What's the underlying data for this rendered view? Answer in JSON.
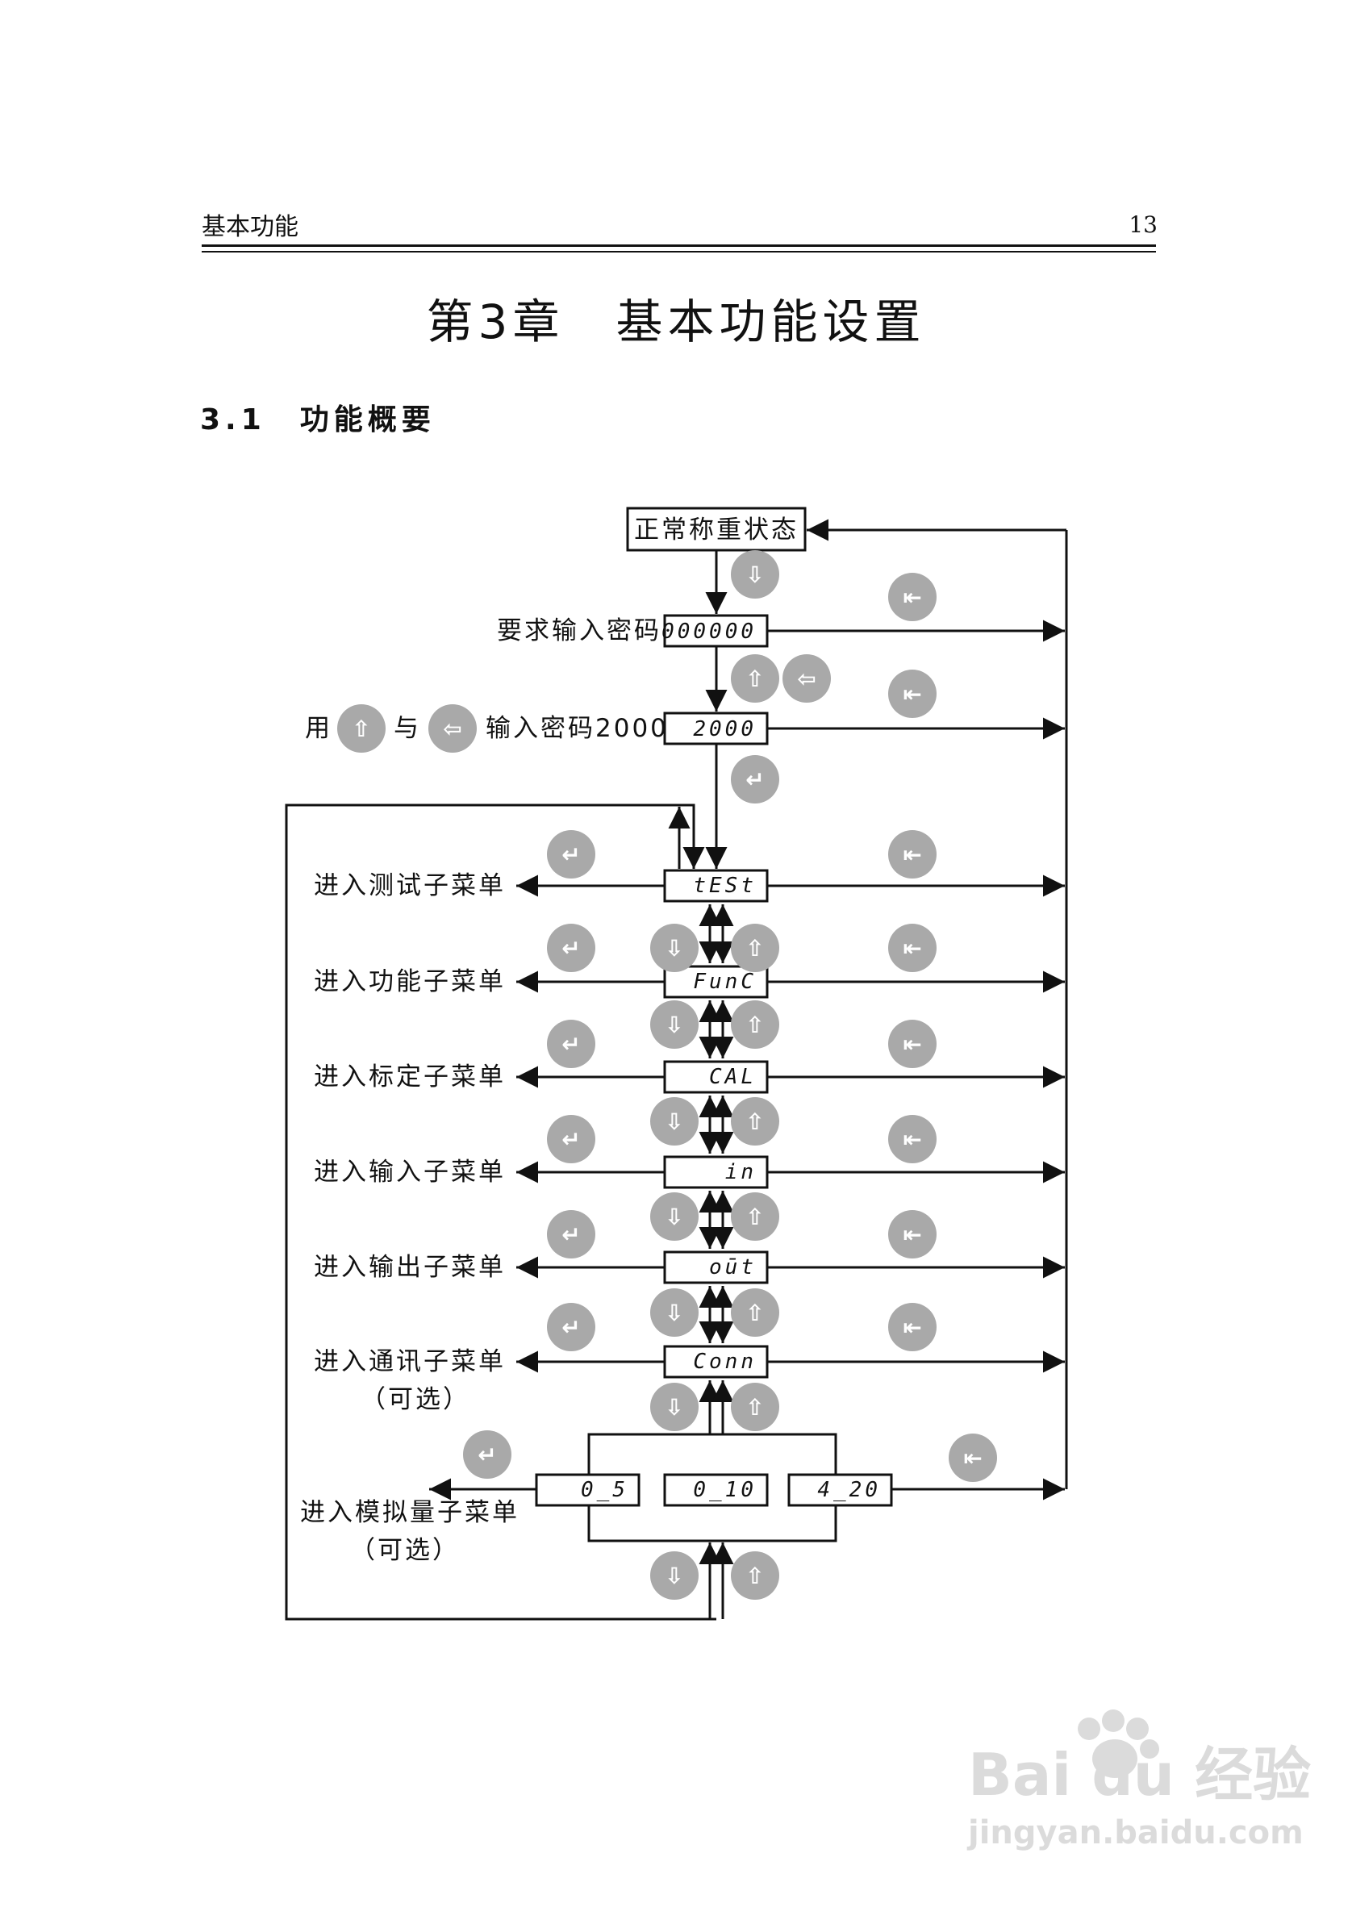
{
  "header": {
    "section": "基本功能",
    "page_number": "13"
  },
  "chapter_title": "第3章　基本功能设置",
  "section_title": "3.1　功能概要",
  "flow": {
    "start_state": "正常称重状态",
    "password_prompt": "要求输入密码",
    "password_display": "000000",
    "enter_password_prefix": "用",
    "enter_password_mid": "与",
    "enter_password_suffix": "输入密码2000",
    "password_value": "2000",
    "menus": [
      {
        "display": "tESt",
        "label": "进入测试子菜单",
        "note": ""
      },
      {
        "display": "FunC",
        "label": "进入功能子菜单",
        "note": ""
      },
      {
        "display": "CAL",
        "label": "进入标定子菜单",
        "note": ""
      },
      {
        "display": "in",
        "label": "进入输入子菜单",
        "note": ""
      },
      {
        "display": "oūt",
        "label": "进入输出子菜单",
        "note": ""
      },
      {
        "display": "Conn",
        "label": "进入通讯子菜单",
        "note": "（可选）"
      }
    ],
    "analog": {
      "label": "进入模拟量子菜单",
      "note": "（可选）",
      "options": [
        "0_5",
        "0_10",
        "4_20"
      ]
    }
  },
  "icons": {
    "down": "arrow-down-icon",
    "up": "arrow-up-icon",
    "left": "arrow-left-icon",
    "enter": "enter-icon",
    "exit": "exit-icon"
  },
  "colors": {
    "button_fill": "#a9a9a9",
    "line": "#111111"
  },
  "watermark": {
    "brand": "Bai du 经验",
    "url": "jingyan.baidu.com"
  }
}
